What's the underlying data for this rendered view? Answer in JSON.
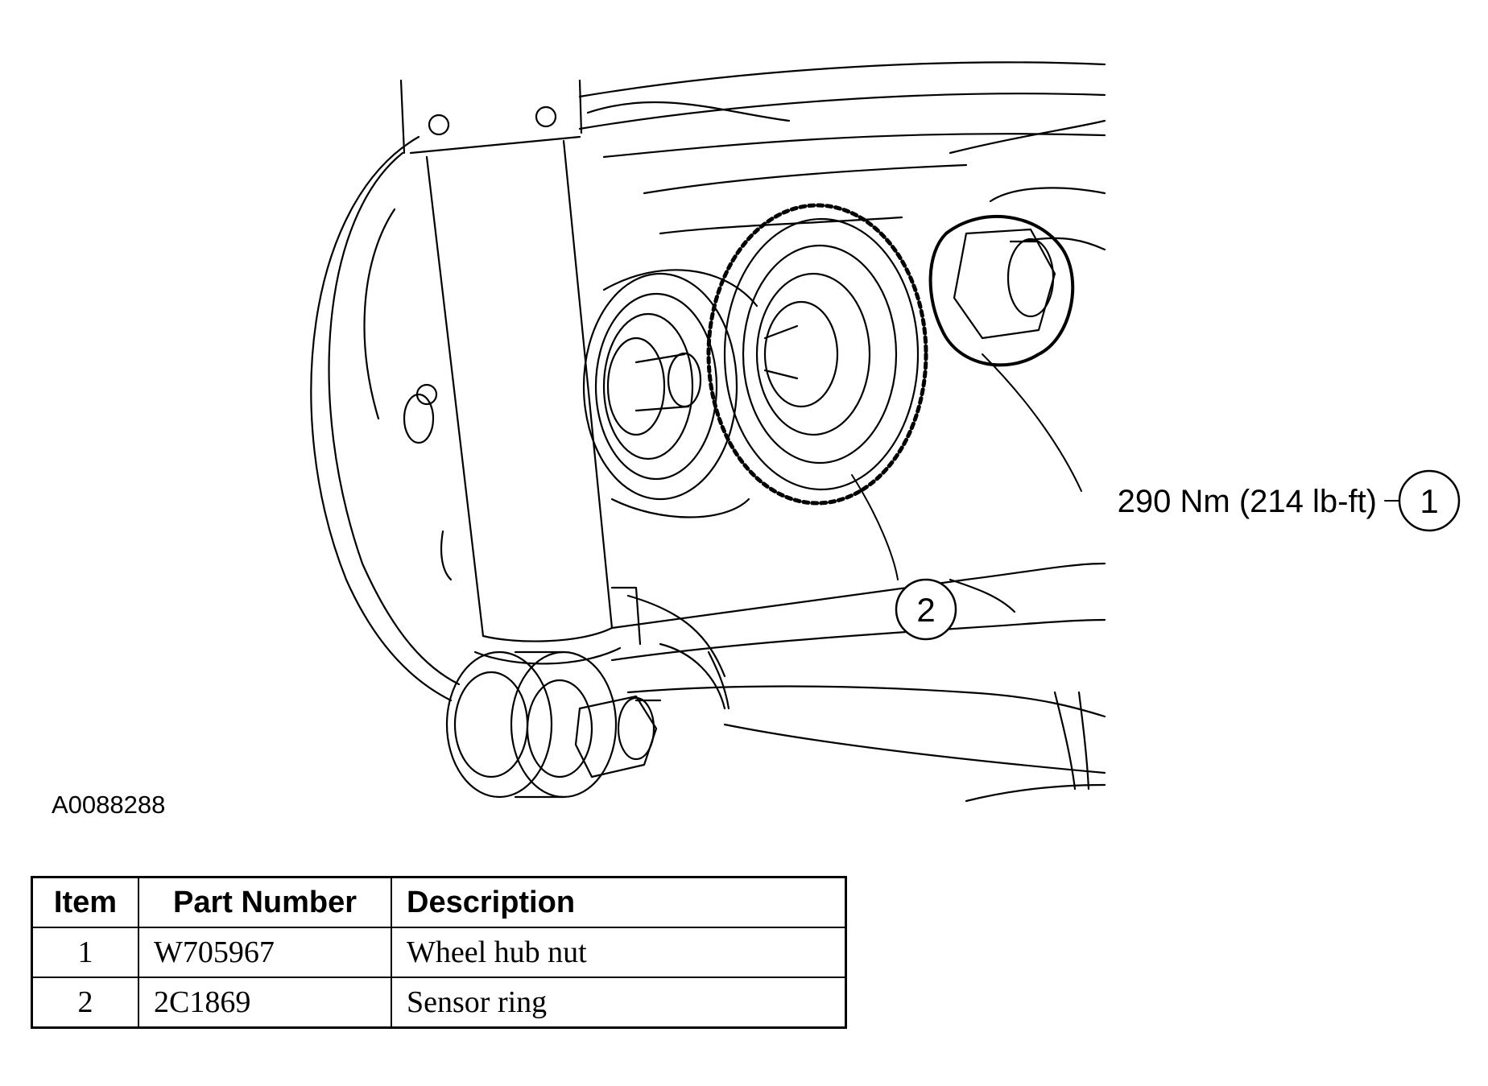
{
  "figure": {
    "id": "A0088288",
    "callouts": [
      {
        "item": "1",
        "label": "290 Nm (214 lb-ft)"
      },
      {
        "item": "2",
        "label": ""
      }
    ]
  },
  "parts_table": {
    "headers": [
      "Item",
      "Part Number",
      "Description"
    ],
    "rows": [
      {
        "item": "1",
        "part_number": "W705967",
        "description": "Wheel hub nut"
      },
      {
        "item": "2",
        "part_number": "2C1869",
        "description": "Sensor ring"
      }
    ]
  }
}
